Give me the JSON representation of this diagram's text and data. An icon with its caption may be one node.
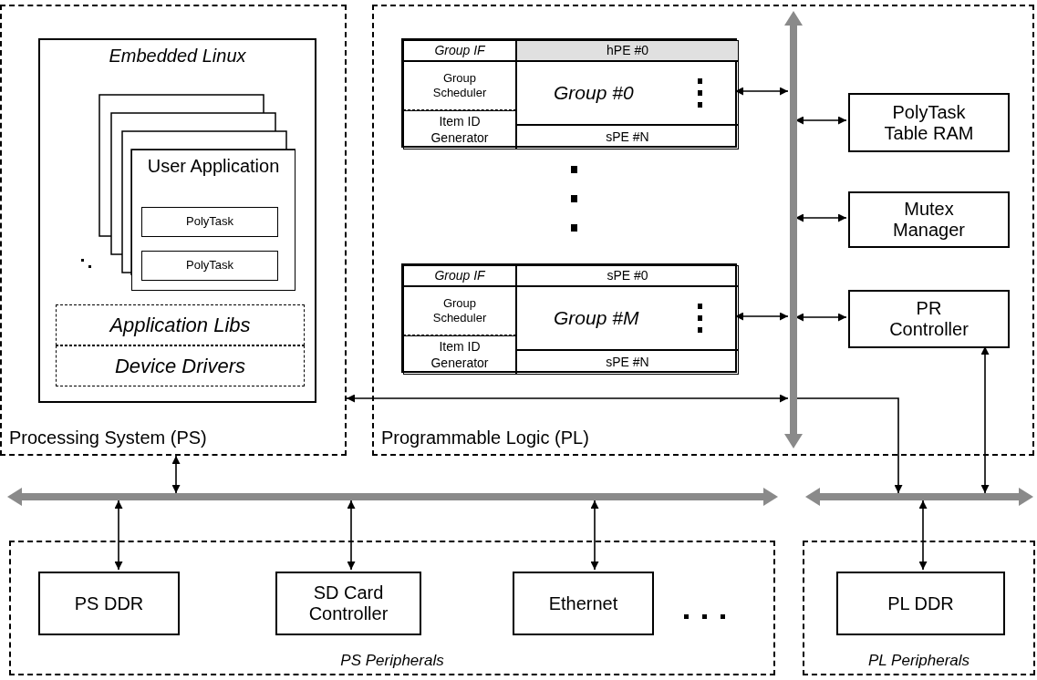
{
  "diagram": {
    "nodes": [
      {
        "text": [
          "Processing System (PS)"
        ]
      },
      {
        "text": [
          "Embedded Linux"
        ],
        "in": 0
      },
      {
        "text": [
          "User Application"
        ],
        "in": 1
      },
      {
        "text": [
          "PolyTask"
        ],
        "in": 2
      },
      {
        "text": [
          "PolyTask"
        ],
        "in": 2
      },
      {
        "text": [
          "Application Libs"
        ],
        "in": 1
      },
      {
        "text": [
          "Device Drivers"
        ],
        "in": 1
      },
      {
        "text": [
          "Programmable Logic (PL)"
        ]
      },
      {
        "text": [],
        "shape": "box",
        "in": 7
      },
      {
        "text": [
          "Group IF"
        ],
        "in": 8
      },
      {
        "text": [
          "Group Scheduler"
        ],
        "in": 8
      },
      {
        "text": [
          "Item ID Generator"
        ],
        "in": 8
      },
      {
        "text": [
          "hPE #0"
        ],
        "in": 8
      },
      {
        "text": [
          "Group #0"
        ],
        "in": 8
      },
      {
        "text": [
          "sPE #N"
        ],
        "in": 8
      },
      {
        "text": [],
        "shape": "box",
        "in": 7
      },
      {
        "text": [
          "Group IF"
        ],
        "in": 15
      },
      {
        "text": [
          "Group Scheduler"
        ],
        "in": 15
      },
      {
        "text": [
          "Item ID Generator"
        ],
        "in": 15
      },
      {
        "text": [
          "sPE #0"
        ],
        "in": 15
      },
      {
        "text": [
          "Group #M"
        ],
        "in": 15
      },
      {
        "text": [
          "sPE #N"
        ],
        "in": 15
      },
      {
        "text": [],
        "shape": "bar",
        "in": 7
      },
      {
        "text": [
          "PolyTask Table RAM"
        ],
        "in": 7
      },
      {
        "text": [
          "Mutex Manager"
        ],
        "in": 7
      },
      {
        "text": [
          "PR Controller"
        ],
        "in": 7
      },
      {
        "text": [],
        "shape": "bar"
      },
      {
        "text": [],
        "shape": "bar"
      },
      {
        "text": [
          "PS Peripherals"
        ]
      },
      {
        "text": [
          "PS DDR"
        ],
        "in": 28
      },
      {
        "text": [
          "SD Card Controller"
        ],
        "in": 28
      },
      {
        "text": [
          "Ethernet"
        ],
        "in": 28
      },
      {
        "text": [
          "PL Peripherals"
        ]
      },
      {
        "text": [
          "PL DDR"
        ],
        "in": 32
      }
    ],
    "edges": [
      {
        "from": 8,
        "to": 22,
        "arrow": "both"
      },
      {
        "from": 15,
        "to": 22,
        "arrow": "both"
      },
      {
        "from": 22,
        "to": 23,
        "arrow": "both"
      },
      {
        "from": 22,
        "to": 24,
        "arrow": "both"
      },
      {
        "from": 22,
        "to": 25,
        "arrow": "both"
      },
      {
        "from": 0,
        "to": 22,
        "arrow": "both"
      },
      {
        "from": 22,
        "to": 27,
        "arrow": "to"
      },
      {
        "from": 25,
        "to": 27,
        "arrow": "both"
      },
      {
        "from": 0,
        "to": 26,
        "arrow": "both"
      },
      {
        "from": 26,
        "to": 29,
        "arrow": "both"
      },
      {
        "from": 26,
        "to": 30,
        "arrow": "both"
      },
      {
        "from": 26,
        "to": 31,
        "arrow": "both"
      },
      {
        "from": 27,
        "to": 33,
        "arrow": "both"
      }
    ]
  }
}
